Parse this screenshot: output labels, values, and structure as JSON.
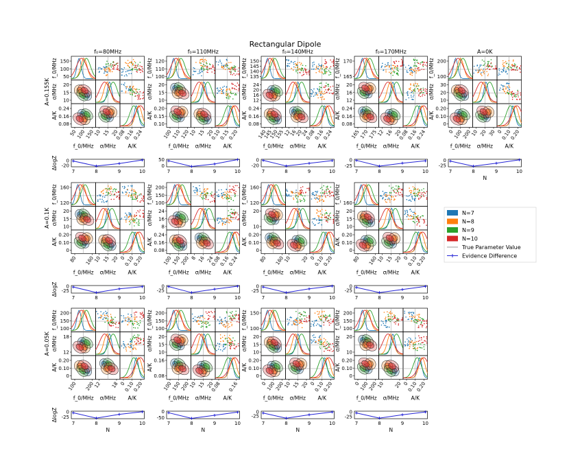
{
  "title": "Rectangular Dipole",
  "colors": {
    "N=7": "#1f77b4",
    "N=8": "#ff7f0e",
    "N=9": "#2ca02c",
    "N=10": "#d62728",
    "truth": "#9a9a9a",
    "evidence": "#2424d6"
  },
  "legend": {
    "items": [
      {
        "label": "N=7",
        "kind": "patch",
        "color": "#1f77b4"
      },
      {
        "label": "N=8",
        "kind": "patch",
        "color": "#ff7f0e"
      },
      {
        "label": "N=9",
        "kind": "patch",
        "color": "#2ca02c"
      },
      {
        "label": "N=10",
        "kind": "patch",
        "color": "#d62728"
      },
      {
        "label": "True Parameter Value",
        "kind": "line",
        "color": "#9a9a9a"
      },
      {
        "label": "Evidence Difference",
        "kind": "marker-line",
        "color": "#2424d6"
      }
    ]
  },
  "column_titles": [
    "$f_0=80$MHz",
    "$f_0=110$MHz",
    "$f_0=140$MHz",
    "$f_0=170$MHz",
    "A=0K"
  ],
  "row_labels": [
    "A=0.155K",
    "A=0.1K",
    "A=0.05K"
  ],
  "param_labels": [
    "f_0/MHz",
    "σ/MHz",
    "A/K"
  ],
  "evidence_ylabel": "ΔlogZ",
  "evidence_xlabel": "N",
  "chart_data": {
    "type": "corner-grid",
    "n_values": [
      7,
      8,
      9,
      10
    ],
    "rows": [
      {
        "label": "A=0.155K",
        "panels": [
          {
            "title": "f_0=80MHz",
            "ticks": {
              "f0": [
                50,
                100,
                150
              ],
              "f0_y": [
                50,
                100,
                150
              ],
              "sigma": [
                10,
                15,
                20
              ],
              "A": [
                0.08,
                0.16,
                0.24
              ]
            },
            "evidence": {
              "x": [
                7,
                8,
                9,
                10
              ],
              "y": [
                -2,
                -22,
                -12,
                2
              ],
              "yticks": [
                -20,
                0
              ]
            }
          },
          {
            "title": "f_0=110MHz",
            "ticks": {
              "f0": [
                100,
                110,
                120
              ],
              "f0_y": [
                100,
                110,
                120
              ],
              "sigma": [
                10,
                15,
                20
              ],
              "A": [
                0.1,
                0.15,
                0.2
              ]
            },
            "evidence": {
              "x": [
                7,
                8,
                9,
                10
              ],
              "y": [
                40,
                -5,
                15,
                50
              ],
              "yticks": [
                0,
                50
              ]
            }
          },
          {
            "title": "f_0=140MHz",
            "ticks": {
              "f0": [
                140,
                145,
                150,
                155
              ],
              "f0_y": [
                135,
                140,
                145,
                150
              ],
              "sigma": [
                12,
                16,
                20,
                24
              ],
              "A": [
                0.08,
                0.16,
                0.24
              ]
            },
            "evidence": {
              "x": [
                7,
                8,
                9,
                10
              ],
              "y": [
                -1,
                -22,
                -12,
                -2
              ],
              "yticks": [
                -20,
                0
              ]
            }
          },
          {
            "title": "f_0=170MHz",
            "ticks": {
              "f0": [
                165,
                170,
                175
              ],
              "f0_y": [
                165,
                170
              ],
              "sigma": [
                12,
                16,
                20
              ],
              "A": [
                0.08,
                0.16,
                0.24
              ]
            },
            "evidence": {
              "x": [
                7,
                8,
                9,
                10
              ],
              "y": [
                -2,
                -27,
                -14,
                -4
              ],
              "yticks": [
                -25,
                0
              ]
            }
          },
          {
            "title": "A=0K",
            "ticks": {
              "f0": [
                0,
                100,
                200
              ],
              "f0_y": [
                100,
                200
              ],
              "sigma": [
                10,
                20,
                30
              ],
              "A": [
                0.0,
                0.1,
                0.2
              ]
            },
            "evidence": {
              "x": [
                7,
                8,
                9,
                10
              ],
              "y": [
                -4,
                -28,
                -14,
                2
              ],
              "yticks": [
                -25,
                0
              ]
            }
          }
        ]
      },
      {
        "label": "A=0.1K",
        "panels": [
          {
            "title": "",
            "ticks": {
              "f0": [
                80,
                160
              ],
              "f0_y": [
                120,
                160
              ],
              "sigma": [
                10,
                15,
                20
              ],
              "A": [
                0.0,
                0.1,
                0.2
              ]
            },
            "evidence": {
              "x": [
                7,
                8,
                9,
                10
              ],
              "y": [
                -5,
                -35,
                -15,
                -3
              ],
              "yticks": [
                -25,
                0
              ]
            }
          },
          {
            "title": "",
            "ticks": {
              "f0": [
                100,
                150,
                200
              ],
              "f0_y": [
                100,
                150,
                200
              ],
              "sigma": [
                8,
                16,
                24
              ],
              "A": [
                0.08,
                0.16,
                0.24
              ]
            },
            "evidence": {
              "x": [
                7,
                8,
                9,
                10
              ],
              "y": [
                -3,
                -38,
                -18,
                -1
              ],
              "yticks": [
                -25,
                0
              ]
            }
          },
          {
            "title": "",
            "ticks": {
              "f0": [
                80,
                160
              ],
              "f0_y": [
                120,
                160
              ],
              "sigma": [
                10,
                20
              ],
              "A": [
                0.0,
                0.1,
                0.2
              ]
            },
            "evidence": {
              "x": [
                7,
                8,
                9,
                10
              ],
              "y": [
                -5,
                -35,
                -15,
                0
              ],
              "yticks": [
                -25,
                0
              ]
            }
          },
          {
            "title": "",
            "ticks": {
              "f0": [
                80,
                160
              ],
              "f0_y": [
                160
              ],
              "sigma": [
                10,
                15,
                20
              ],
              "A": [
                0.0,
                0.1,
                0.2
              ]
            },
            "evidence": {
              "x": [
                7,
                8,
                9,
                10
              ],
              "y": [
                -8,
                -38,
                -20,
                -2
              ],
              "yticks": [
                -25,
                0
              ]
            }
          }
        ]
      },
      {
        "label": "A=0.05K",
        "panels": [
          {
            "title": "",
            "ticks": {
              "f0": [
                100,
                200
              ],
              "f0_y": [
                100,
                150,
                200
              ],
              "sigma": [
                12,
                18
              ],
              "A": [
                0.0,
                0.1,
                0.2
              ]
            },
            "evidence": {
              "x": [
                7,
                8,
                9,
                10
              ],
              "y": [
                -5,
                -30,
                -12,
                0
              ],
              "yticks": [
                -25,
                0
              ]
            }
          },
          {
            "title": "",
            "ticks": {
              "f0": [
                100,
                150,
                200
              ],
              "f0_y": [
                100,
                150,
                200
              ],
              "sigma": [
                10,
                15,
                20
              ],
              "A": [
                0.08,
                0.16
              ]
            },
            "evidence": {
              "x": [
                7,
                8,
                9,
                10
              ],
              "y": [
                -10,
                -55,
                -30,
                -5
              ],
              "yticks": [
                -50,
                0
              ]
            }
          },
          {
            "title": "",
            "ticks": {
              "f0": [
                0,
                100,
                200
              ],
              "f0_y": [
                100,
                150
              ],
              "sigma": [
                10,
                15,
                20
              ],
              "A": [
                0.0,
                0.1,
                0.2
              ]
            },
            "evidence": {
              "x": [
                7,
                8,
                9,
                10
              ],
              "y": [
                -8,
                -38,
                -18,
                -2
              ],
              "yticks": [
                -25,
                0
              ]
            }
          },
          {
            "title": "",
            "ticks": {
              "f0": [
                0,
                100,
                200
              ],
              "f0_y": [
                100,
                150,
                200
              ],
              "sigma": [
                10,
                20
              ],
              "A": [
                0.0,
                0.1,
                0.2
              ]
            },
            "evidence": {
              "x": [
                7,
                8,
                9,
                10
              ],
              "y": [
                -6,
                -32,
                -15,
                -1
              ],
              "yticks": [
                -25,
                0
              ]
            }
          }
        ]
      }
    ]
  }
}
